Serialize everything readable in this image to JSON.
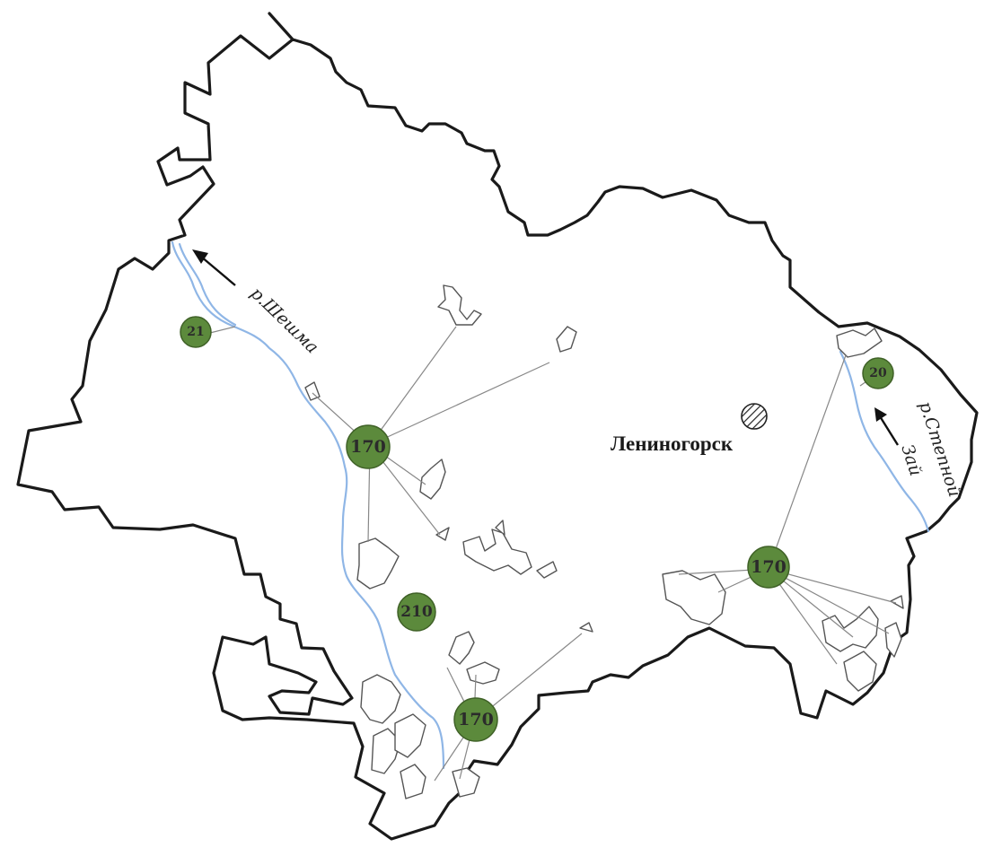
{
  "map": {
    "city": {
      "name": "Лениногорск",
      "symbol": "hatched-circle-icon"
    },
    "rivers": [
      {
        "id": "sheshma",
        "label": "р.Шешма"
      },
      {
        "id": "stepnoy_zay_1",
        "label": "р.Степной"
      },
      {
        "id": "stepnoy_zay_2",
        "label": "Зай"
      }
    ],
    "markers": [
      {
        "id": "m21",
        "value": "21"
      },
      {
        "id": "m170a",
        "value": "170"
      },
      {
        "id": "m210",
        "value": "210"
      },
      {
        "id": "m170b",
        "value": "170"
      },
      {
        "id": "m170c",
        "value": "170"
      },
      {
        "id": "m20",
        "value": "20"
      }
    ],
    "colors": {
      "marker_fill": "#5c8a3c",
      "river": "#8fb6e6",
      "border": "#1a1a1a"
    }
  }
}
